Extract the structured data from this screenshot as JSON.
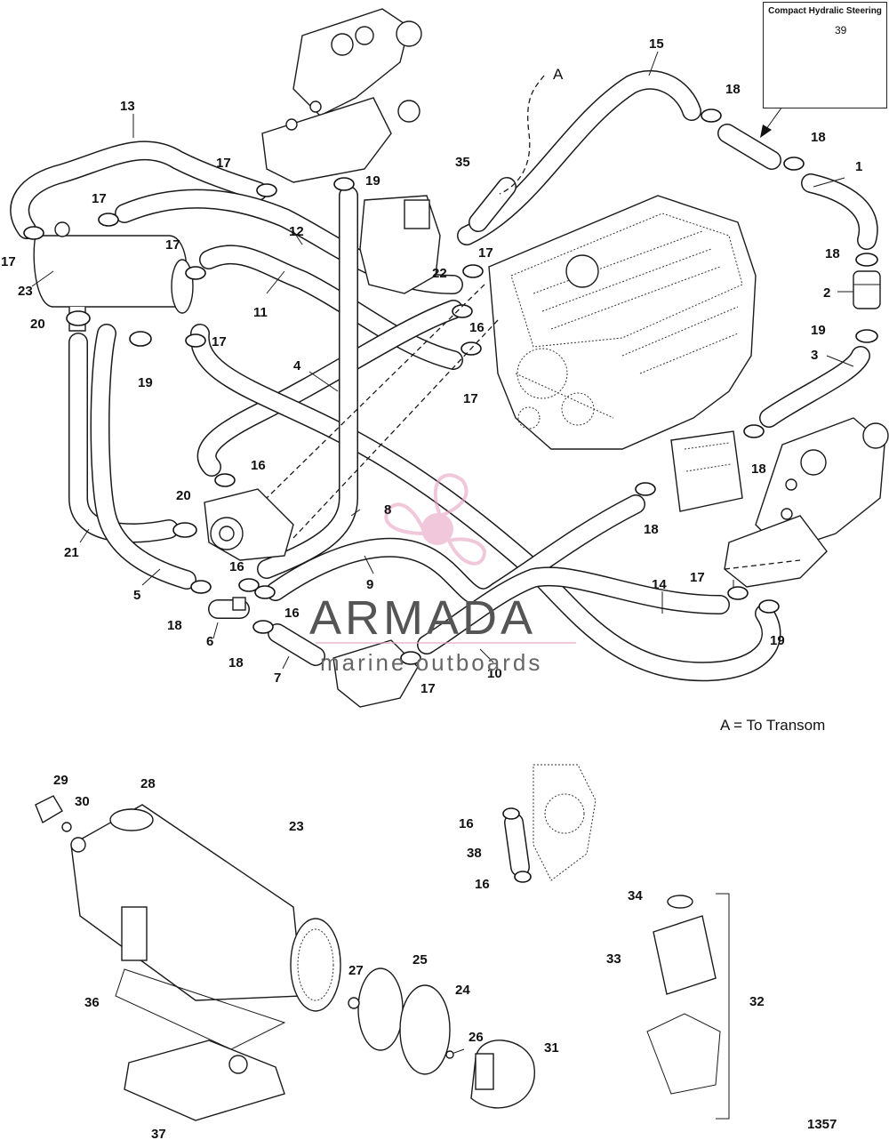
{
  "inset": {
    "title": "Compact Hydralic Steering",
    "part_number": "39"
  },
  "watermark": {
    "brand": "ARMADA",
    "subtitle": "marine outboards"
  },
  "note": "A = To Transom",
  "figure_number": "1357",
  "connector_label": "A",
  "callouts": [
    {
      "id": "c1",
      "text": "1"
    },
    {
      "id": "c2",
      "text": "2"
    },
    {
      "id": "c3",
      "text": "3"
    },
    {
      "id": "c4",
      "text": "4"
    },
    {
      "id": "c5",
      "text": "5"
    },
    {
      "id": "c6",
      "text": "6"
    },
    {
      "id": "c7",
      "text": "7"
    },
    {
      "id": "c8",
      "text": "8"
    },
    {
      "id": "c9",
      "text": "9"
    },
    {
      "id": "c10",
      "text": "10"
    },
    {
      "id": "c11",
      "text": "11"
    },
    {
      "id": "c12",
      "text": "12"
    },
    {
      "id": "c13",
      "text": "13"
    },
    {
      "id": "c14",
      "text": "14"
    },
    {
      "id": "c15",
      "text": "15"
    },
    {
      "id": "c16a",
      "text": "16"
    },
    {
      "id": "c16b",
      "text": "16"
    },
    {
      "id": "c16c",
      "text": "16"
    },
    {
      "id": "c16d",
      "text": "16"
    },
    {
      "id": "c16e",
      "text": "16"
    },
    {
      "id": "c16f",
      "text": "16"
    },
    {
      "id": "c17a",
      "text": "17"
    },
    {
      "id": "c17b",
      "text": "17"
    },
    {
      "id": "c17c",
      "text": "17"
    },
    {
      "id": "c17d",
      "text": "17"
    },
    {
      "id": "c17e",
      "text": "17"
    },
    {
      "id": "c17f",
      "text": "17"
    },
    {
      "id": "c17g",
      "text": "17"
    },
    {
      "id": "c17h",
      "text": "17"
    },
    {
      "id": "c17i",
      "text": "17"
    },
    {
      "id": "c18a",
      "text": "18"
    },
    {
      "id": "c18b",
      "text": "18"
    },
    {
      "id": "c18c",
      "text": "18"
    },
    {
      "id": "c18d",
      "text": "18"
    },
    {
      "id": "c18e",
      "text": "18"
    },
    {
      "id": "c18f",
      "text": "18"
    },
    {
      "id": "c18g",
      "text": "18"
    },
    {
      "id": "c19a",
      "text": "19"
    },
    {
      "id": "c19b",
      "text": "19"
    },
    {
      "id": "c19c",
      "text": "19"
    },
    {
      "id": "c19d",
      "text": "19"
    },
    {
      "id": "c20a",
      "text": "20"
    },
    {
      "id": "c20b",
      "text": "20"
    },
    {
      "id": "c21",
      "text": "21"
    },
    {
      "id": "c22",
      "text": "22"
    },
    {
      "id": "c23a",
      "text": "23"
    },
    {
      "id": "c23b",
      "text": "23"
    },
    {
      "id": "c24",
      "text": "24"
    },
    {
      "id": "c25",
      "text": "25"
    },
    {
      "id": "c26",
      "text": "26"
    },
    {
      "id": "c27",
      "text": "27"
    },
    {
      "id": "c28",
      "text": "28"
    },
    {
      "id": "c29",
      "text": "29"
    },
    {
      "id": "c30",
      "text": "30"
    },
    {
      "id": "c31",
      "text": "31"
    },
    {
      "id": "c32",
      "text": "32"
    },
    {
      "id": "c33",
      "text": "33"
    },
    {
      "id": "c34",
      "text": "34"
    },
    {
      "id": "c35",
      "text": "35"
    },
    {
      "id": "c36",
      "text": "36"
    },
    {
      "id": "c37",
      "text": "37"
    },
    {
      "id": "c38",
      "text": "38"
    }
  ]
}
